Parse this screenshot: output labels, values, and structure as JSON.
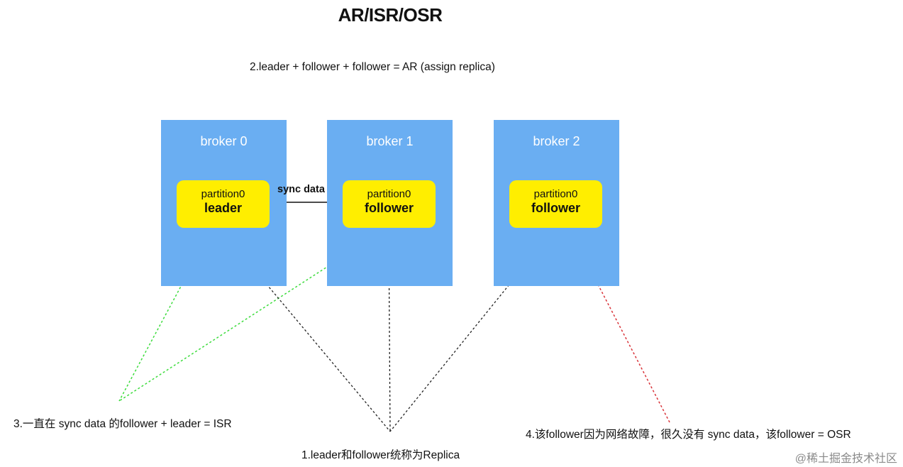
{
  "title": "AR/ISR/OSR",
  "subtitle": "2.leader + follower + follower = AR (assign replica)",
  "brokers": [
    {
      "name": "broker 0",
      "partition": "partition0",
      "role": "leader"
    },
    {
      "name": "broker 1",
      "partition": "partition0",
      "role": "follower"
    },
    {
      "name": "broker 2",
      "partition": "partition0",
      "role": "follower"
    }
  ],
  "sync_label": "sync data",
  "notes": {
    "isr": "3.一直在 sync data 的follower + leader  = ISR",
    "replica": "1.leader和follower统称为Replica",
    "osr": "4.该follower因为网络故障，很久没有 sync data，该follower = OSR"
  },
  "watermark": "@稀土掘金技术社区",
  "colors": {
    "broker": "#6aaef2",
    "partition": "#ffee00",
    "isr_line": "#3ddc3d",
    "replica_line": "#222222",
    "osr_line": "#d9343a"
  }
}
